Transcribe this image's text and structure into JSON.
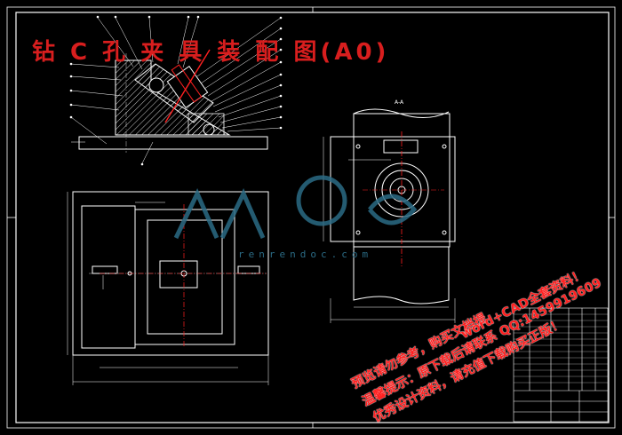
{
  "title": "钻 C 孔 夹 具 装 配 图(A0)",
  "watermark": {
    "site": "renrendoc.com"
  },
  "promo_lines": [
    "预览请勿参考，购买文档提",
    "温馨提示：原下载后请联系 QQ:1459919609",
    "优秀设计资料，请充值下载购买正版！",
    "word+CAD全套资料！"
  ],
  "section_label": "A-A",
  "colors": {
    "background": "#000000",
    "line": "#ffffff",
    "hatch": "#ffffff",
    "red": "#ff2020",
    "title_red": "#d81e1e",
    "watermark": "#2b6b85"
  }
}
